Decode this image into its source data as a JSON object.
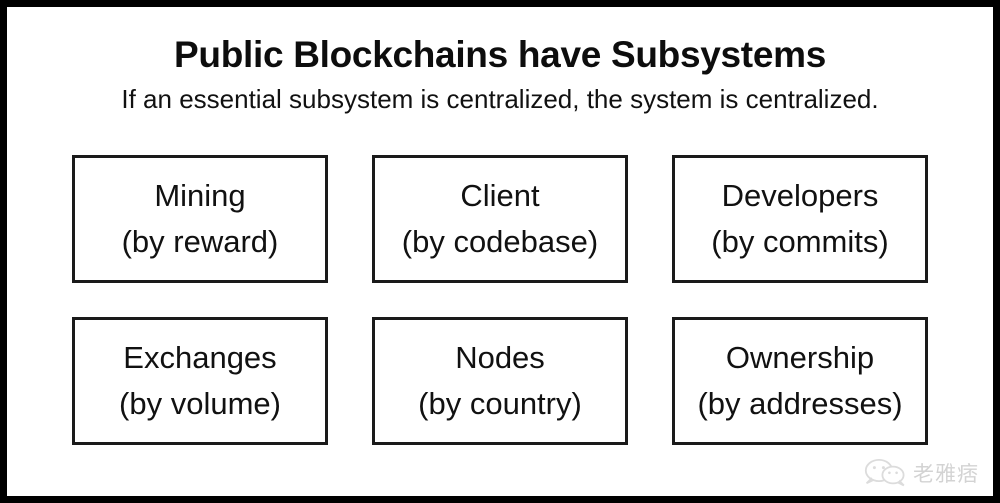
{
  "header": {
    "title": "Public Blockchains have Subsystems",
    "subtitle": "If an essential subsystem is centralized, the system is centralized."
  },
  "subsystems": [
    {
      "name": "Mining",
      "metric": "(by reward)"
    },
    {
      "name": "Client",
      "metric": "(by codebase)"
    },
    {
      "name": "Developers",
      "metric": "(by commits)"
    },
    {
      "name": "Exchanges",
      "metric": "(by volume)"
    },
    {
      "name": "Nodes",
      "metric": "(by country)"
    },
    {
      "name": "Ownership",
      "metric": "(by addresses)"
    }
  ],
  "watermark": {
    "icon": "wechat-icon",
    "text": "老雅痞",
    "color": "#d3d3d3"
  },
  "colors": {
    "frame": "#000000",
    "canvas": "#ffffff",
    "text": "#111111",
    "box_border": "#1a1a1a"
  }
}
